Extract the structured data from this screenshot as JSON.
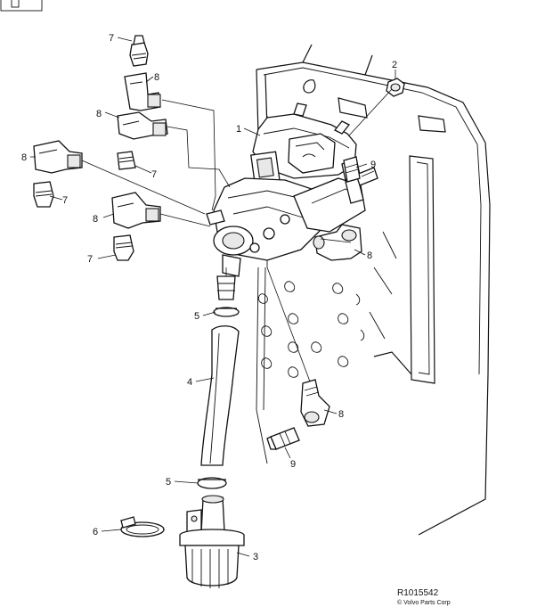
{
  "callouts": {
    "c1": "1",
    "c2": "2",
    "c3": "3",
    "c4": "4",
    "c5a": "5",
    "c5b": "5",
    "c6": "6",
    "c7a": "7",
    "c7b": "7",
    "c7c": "7",
    "c7d": "7",
    "c8a": "8",
    "c8b": "8",
    "c8c": "8",
    "c8d": "8",
    "c8e": "8",
    "c8f": "8",
    "c9a": "9",
    "c9b": "9"
  },
  "footer": {
    "reference": "R1015542",
    "copyright": "© Volvo Parts Corp"
  }
}
